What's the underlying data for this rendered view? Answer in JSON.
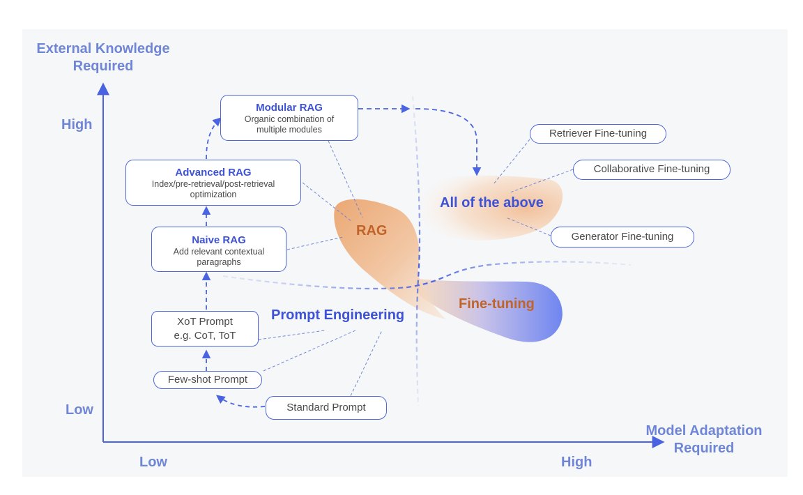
{
  "axes": {
    "y_title_line1": "External Knowledge",
    "y_title_line2": "Required",
    "x_title_line1": "Model Adaptation",
    "x_title_line2": "Required",
    "y_high": "High",
    "y_low": "Low",
    "x_low": "Low",
    "x_high": "High"
  },
  "boxes": {
    "modular": {
      "title": "Modular RAG",
      "desc1": "Organic combination of",
      "desc2": "multiple modules"
    },
    "advanced": {
      "title": "Advanced RAG",
      "desc1": "Index/pre-retrieval/post-retrieval",
      "desc2": "optimization"
    },
    "naive": {
      "title": "Naive RAG",
      "desc1": "Add relevant contextual",
      "desc2": "paragraphs"
    },
    "xot": {
      "line1": "XoT Prompt",
      "line2": "e.g. CoT, ToT"
    },
    "few_shot": "Few-shot Prompt",
    "standard": "Standard Prompt",
    "retriever_ft": "Retriever Fine-tuning",
    "collab_ft": "Collaborative Fine-tuning",
    "generator_ft": "Generator Fine-tuning"
  },
  "regions": {
    "rag": "RAG",
    "fine_tuning": "Fine-tuning",
    "all_above": "All of the above",
    "prompt_engineering": "Prompt Engineering"
  },
  "colors": {
    "axis": "#4a63e0",
    "box_border": "#4d66d9",
    "title_blue": "#3d52d5",
    "rag_orange": "#c0642a",
    "panel_bg": "#f6f7f8"
  }
}
